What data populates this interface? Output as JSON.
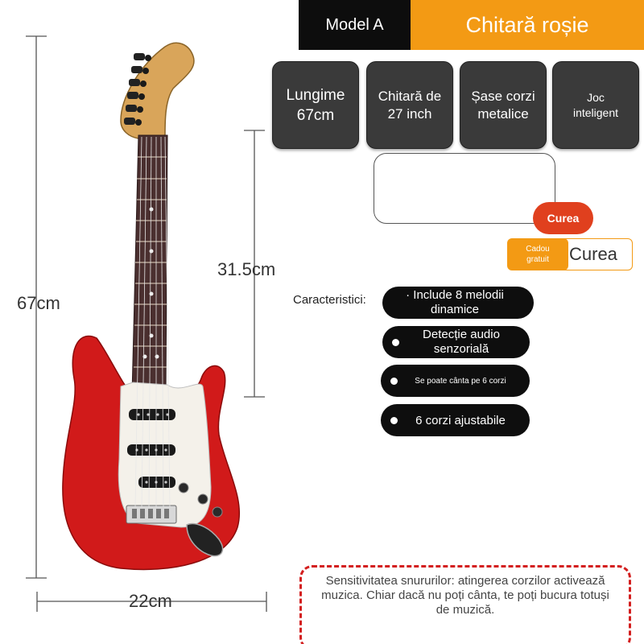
{
  "header": {
    "model_tab": "Model A",
    "title": "Chitară roșie"
  },
  "specs": [
    {
      "line1": "Lungime",
      "line2": "67cm"
    },
    {
      "line1": "Chitară de",
      "line2": "27 inch"
    },
    {
      "line1": "Șase corzi",
      "line2": "metalice"
    },
    {
      "line1": "Joc",
      "line2": "inteligent"
    }
  ],
  "strap": {
    "badge": "Curea",
    "gift_tag_line1": "Cadou",
    "gift_tag_line2": "gratuit",
    "gift_label": "Curea"
  },
  "features": {
    "label": "Caracteristici:",
    "items": [
      "· Include 8 melodii dinamice",
      "Detecție audio senzorială",
      "Se poate cânta pe 6 corzi",
      "6 corzi ajustabile"
    ]
  },
  "note": "Sensitivitatea snururilor: atingerea corzilor activează muzica. Chiar dacă nu poți cânta, te poți bucura totuși de muzică.",
  "dimensions": {
    "height": "67cm",
    "neck": "31.5cm",
    "width": "22cm"
  },
  "colors": {
    "accent": "#f39a14",
    "guitar_body": "#d11a1a",
    "badge": "#e0401e",
    "note_border": "#d31f1f"
  }
}
